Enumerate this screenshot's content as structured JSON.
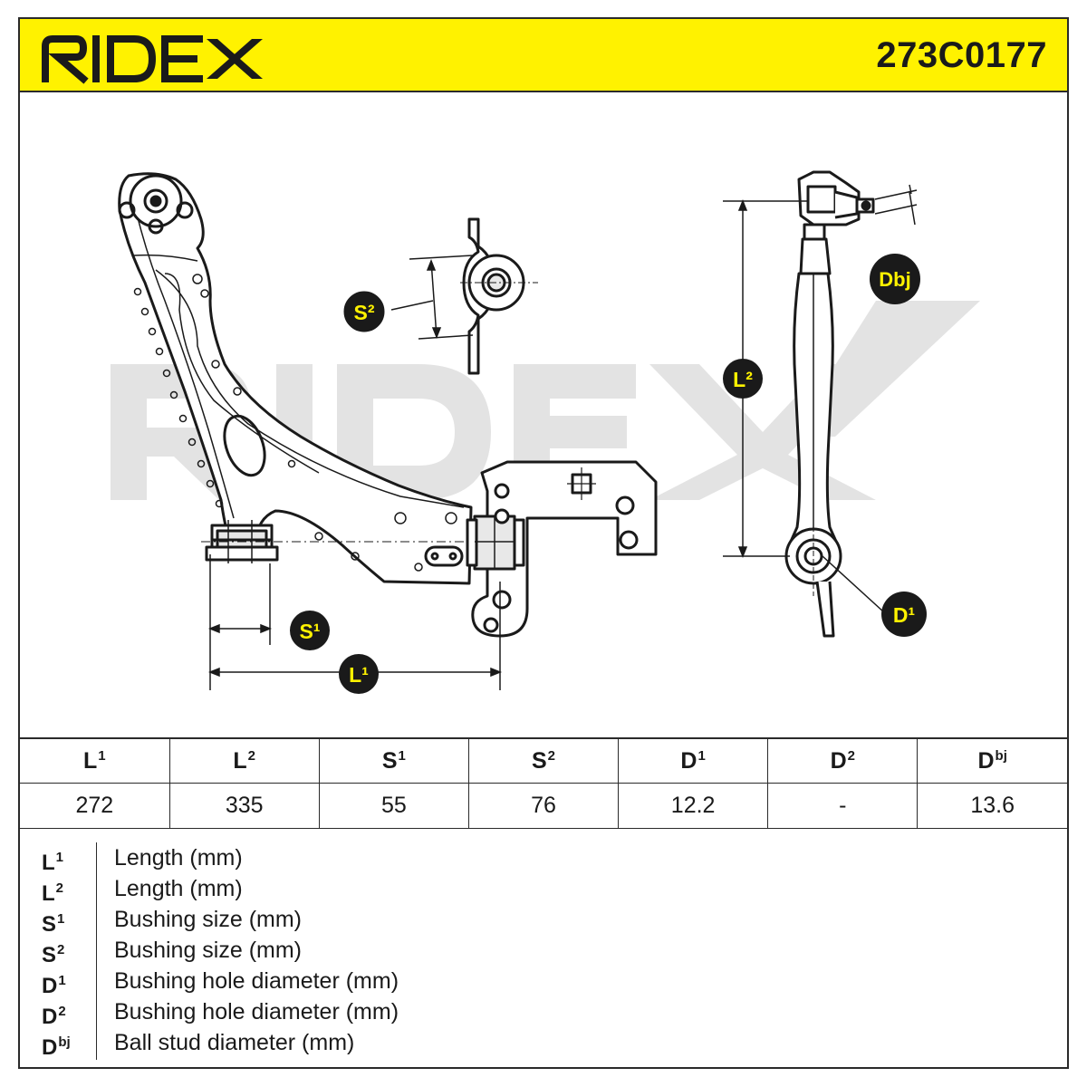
{
  "header": {
    "brand": "RIDEX",
    "part_number": "273C0177",
    "brand_color": "#1a1a1a",
    "accent_color": "#fff200"
  },
  "drawing": {
    "watermark": "RIDEX",
    "labels": {
      "S2": "S²",
      "S1": "S¹",
      "L1": "L¹",
      "L2": "L²",
      "D1": "D¹",
      "Dbj": "Dbj"
    }
  },
  "table": {
    "headers": [
      "L",
      "L",
      "S",
      "S",
      "D",
      "D",
      "D"
    ],
    "header_sups": [
      "1",
      "2",
      "1",
      "2",
      "1",
      "2",
      "bj"
    ],
    "values": [
      "272",
      "335",
      "55",
      "76",
      "12.2",
      "-",
      "13.6"
    ]
  },
  "legend": [
    {
      "code": "L",
      "sup": "1",
      "desc": "Length (mm)"
    },
    {
      "code": "L",
      "sup": "2",
      "desc": "Length (mm)"
    },
    {
      "code": "S",
      "sup": "1",
      "desc": "Bushing size (mm)"
    },
    {
      "code": "S",
      "sup": "2",
      "desc": "Bushing size (mm)"
    },
    {
      "code": "D",
      "sup": "1",
      "desc": "Bushing hole diameter (mm)"
    },
    {
      "code": "D",
      "sup": "2",
      "desc": "Bushing hole diameter (mm)"
    },
    {
      "code": "D",
      "sup": "bj",
      "desc": "Ball stud diameter (mm)"
    }
  ]
}
